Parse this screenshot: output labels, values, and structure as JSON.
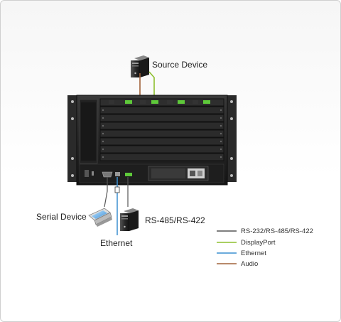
{
  "labels": {
    "source_device": "Source Device",
    "serial_device": "Serial Device",
    "rs485": "RS-485/RS-422",
    "ethernet": "Ethernet"
  },
  "legend": [
    {
      "label": "RS-232/RS-485/RS-422",
      "color": "#555555"
    },
    {
      "label": "DisplayPort",
      "color": "#8dbf2e"
    },
    {
      "label": "Ethernet",
      "color": "#3a8fd0"
    },
    {
      "label": "Audio",
      "color": "#a0623a"
    }
  ],
  "colors": {
    "chassis": "#1c1c1c",
    "port_green": "#5ec93a"
  }
}
